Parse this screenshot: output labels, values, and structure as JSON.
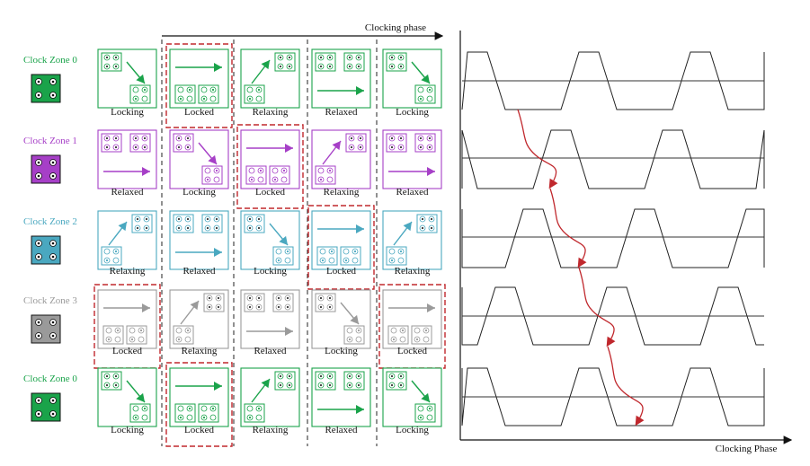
{
  "header": {
    "clocking_phase": "Clocking  phase"
  },
  "axis": {
    "clocking_phase": "Clocking Phase"
  },
  "colors": {
    "zone0": "#1aa34a",
    "zone1": "#a63fc7",
    "zone2": "#4aa8c0",
    "zone3": "#9a9a9a",
    "locked": "#c0282d",
    "wave": "#222222",
    "arrow": "#c0282d"
  },
  "zones": [
    {
      "label": "Clock Zone  0",
      "color_key": "zone0",
      "states": [
        "Locking",
        "Locked",
        "Relaxing",
        "Relaxed",
        "Locking"
      ]
    },
    {
      "label": "Clock Zone  1",
      "color_key": "zone1",
      "states": [
        "Relaxed",
        "Locking",
        "Locked",
        "Relaxing",
        "Relaxed"
      ]
    },
    {
      "label": "Clock Zone  2",
      "color_key": "zone2",
      "states": [
        "Relaxing",
        "Relaxed",
        "Locking",
        "Locked",
        "Relaxing"
      ]
    },
    {
      "label": "Clock Zone  3",
      "color_key": "zone3",
      "states": [
        "Locked",
        "Relaxing",
        "Relaxed",
        "Locking",
        "Locked"
      ]
    },
    {
      "label": "Clock Zone  0",
      "color_key": "zone0",
      "states": [
        "Locking",
        "Locked",
        "Relaxing",
        "Relaxed",
        "Locking"
      ]
    }
  ],
  "highlight": {
    "state": "Locked"
  }
}
